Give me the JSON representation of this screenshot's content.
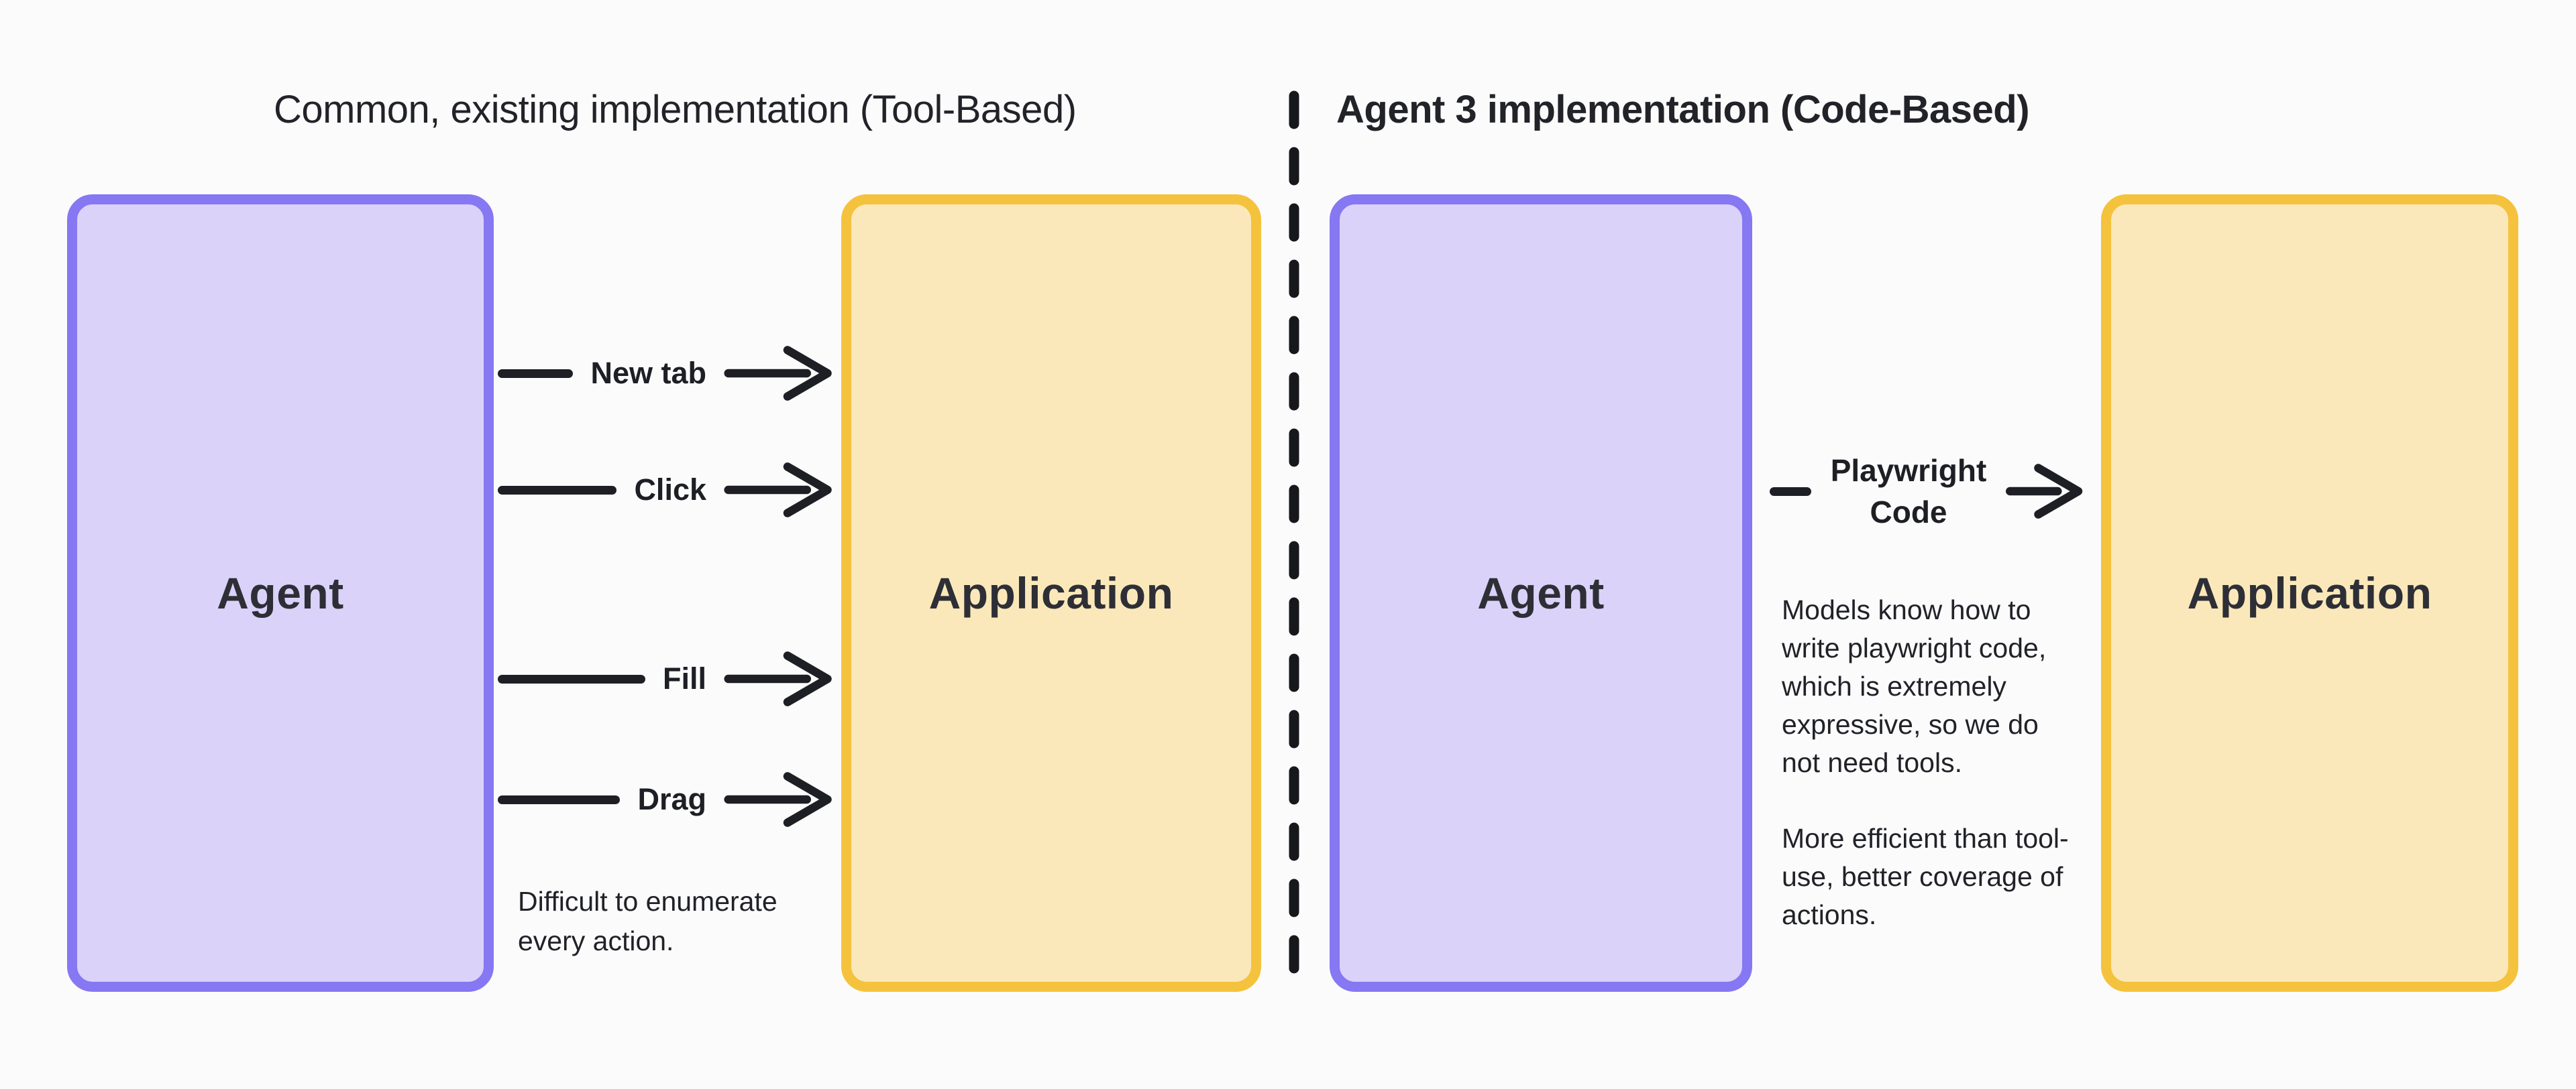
{
  "panels": [
    {
      "title": "Common, existing implementation (Tool-Based)",
      "agent_label": "Agent",
      "application_label": "Application",
      "actions": [
        "New tab",
        "Click",
        "Fill",
        "Drag"
      ],
      "note": "Difficult to enumerate every action."
    },
    {
      "title": "Agent 3 implementation (Code-Based)",
      "agent_label": "Agent",
      "application_label": "Application",
      "arrow_label": "Playwright Code",
      "notes": [
        "Models know how to write playwright code, which is extremely expressive, so we do not need tools.",
        "More efficient than tool-use, better coverage of actions."
      ]
    }
  ],
  "colors": {
    "background": "#fbfbfb",
    "agent_box_border": "#8677f2",
    "agent_box_fill": "#dad2f9",
    "application_box_border": "#f4c23c",
    "application_box_fill": "#fbe8ba",
    "ink": "#1e1f24"
  }
}
